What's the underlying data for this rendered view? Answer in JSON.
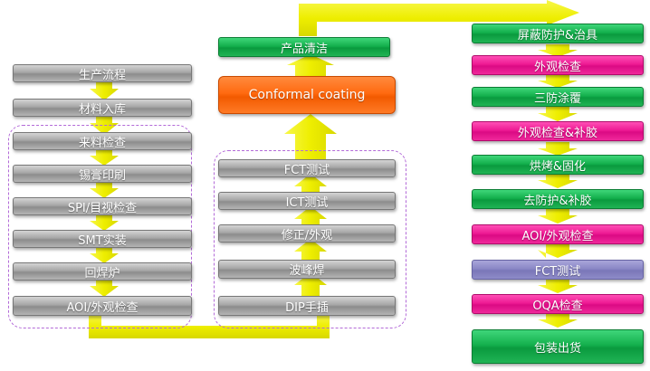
{
  "left_column": {
    "steps": [
      "生产流程",
      "材料入库",
      "来料检查",
      "锡膏印刷",
      "SPI/目视检查",
      "SMT实装",
      "回焊炉",
      "AOI/外观检查"
    ]
  },
  "middle_column": {
    "top_step": "产品清洁",
    "coating_step": "Conformal coating",
    "steps": [
      "FCT测试",
      "ICT测试",
      "修正/外观",
      "波峰焊",
      "DIP手插"
    ]
  },
  "right_column": {
    "steps": [
      "屏蔽防护&治具",
      "外观检查",
      "三防涂覆",
      "外观检查&补胶",
      "烘烤&固化",
      "去防护&补胶",
      "AOI/外观检查",
      "FCT测试",
      "OQA检查",
      "包装出货"
    ]
  },
  "colors": {
    "gray_box": "#9a9a9a",
    "green_box": "#12a84a",
    "pink_box": "#ec1a8e",
    "purple_box": "#8784c4",
    "orange_box": "#ff6a10",
    "arrow_yellow": "#f0f000",
    "dashed_border": "#b36ad8"
  }
}
